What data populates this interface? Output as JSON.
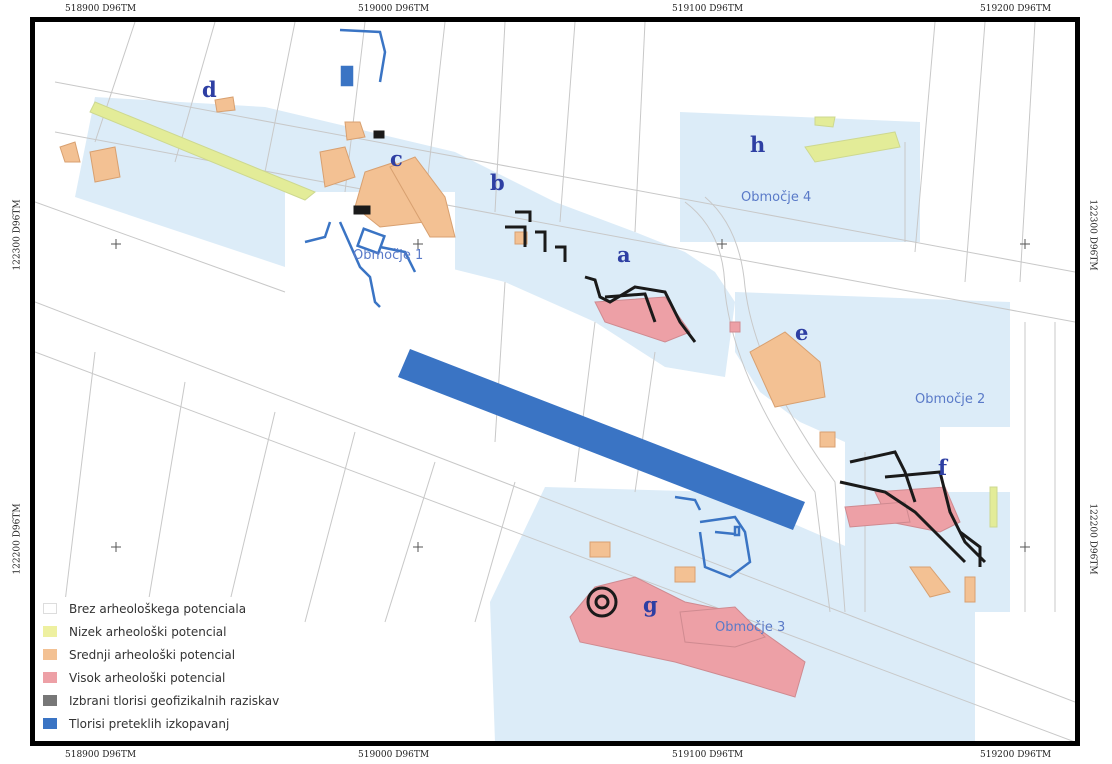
{
  "coords": {
    "top": [
      "518900 D96TM",
      "519000 D96TM",
      "519100 D96TM",
      "519200 D96TM"
    ],
    "bottom": [
      "518900 D96TM",
      "519000 D96TM",
      "519100 D96TM",
      "519200 D96TM"
    ],
    "left": [
      "122300 D96TM",
      "122200 D96TM"
    ],
    "right": [
      "122300 D96TM",
      "122200 D96TM"
    ]
  },
  "sites": [
    "a",
    "b",
    "c",
    "d",
    "e",
    "f",
    "g",
    "h"
  ],
  "zones": [
    "Območje 1",
    "Območje 2",
    "Območje 3",
    "Območje 4"
  ],
  "legend": [
    {
      "label": "Brez arheološkega potenciala",
      "color": "#ffffff"
    },
    {
      "label": "Nizek arheološki potencial",
      "color": "#eef0a0"
    },
    {
      "label": "Srednji arheološki potencial",
      "color": "#f3c193"
    },
    {
      "label": "Visok arheološki potencial",
      "color": "#eda0a6"
    },
    {
      "label": "Izbrani tlorisi geofizikalnih raziskav",
      "color": "#777777"
    },
    {
      "label": "Tlorisi preteklih izkopavanj",
      "color": "#3a74c4"
    }
  ],
  "colors": {
    "zone_fill": "#dcecf8",
    "parcel_line": "#c8c8c8",
    "excavation": "#3a74c4",
    "geophysics": "#1a1a1a",
    "label": "#2e3fa3",
    "zone_label": "#5a7ac8"
  }
}
